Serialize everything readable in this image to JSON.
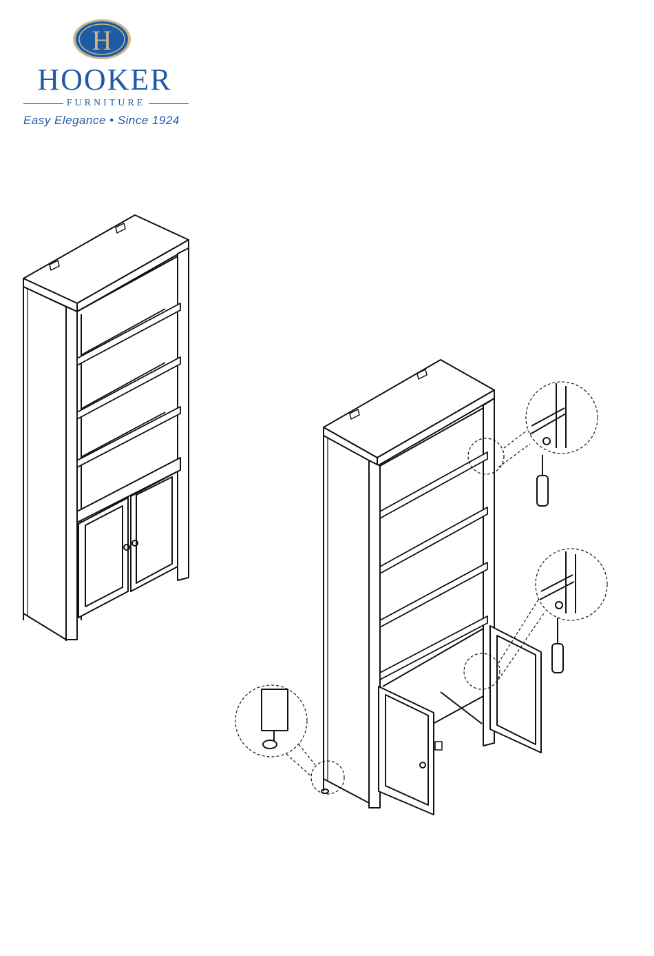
{
  "brand": {
    "name": "HOOKER",
    "subline": "FURNITURE",
    "tagline": "Easy Elegance • Since 1924",
    "emblem_letter": "H",
    "colors": {
      "primary": "#1f5aa5",
      "gold": "#c9b88a"
    }
  },
  "figures": {
    "assembled_bookcase": {
      "icon": "bookcase-closed-doors-illustration"
    },
    "install_bookcase": {
      "icon": "bookcase-open-doors-illustration"
    },
    "detail_upper_clip": {
      "icon": "shelf-clip-screwdriver-detail"
    },
    "detail_lower_clip": {
      "icon": "shelf-clip-screwdriver-detail"
    },
    "detail_leveler": {
      "icon": "leg-leveler-detail"
    }
  }
}
